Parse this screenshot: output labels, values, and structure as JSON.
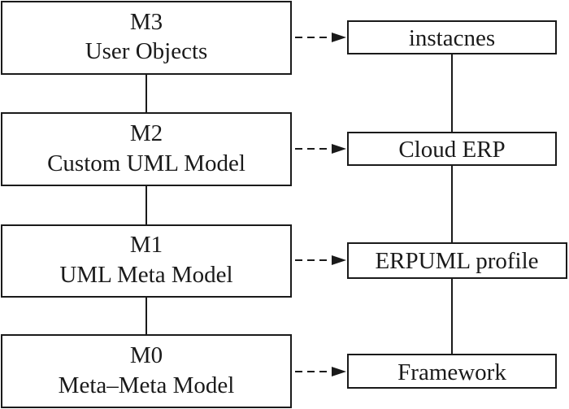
{
  "levels": [
    {
      "code": "M3",
      "name": "User Objects"
    },
    {
      "code": "M2",
      "name": "Custom UML Model"
    },
    {
      "code": "M1",
      "name": "UML Meta Model"
    },
    {
      "code": "M0",
      "name": "Meta–Meta Model"
    }
  ],
  "implementations": [
    {
      "label": "instacnes"
    },
    {
      "label": "Cloud ERP"
    },
    {
      "label": "ERPUML profile"
    },
    {
      "label": "Framework"
    }
  ],
  "colors": {
    "stroke": "#1a1a1a",
    "fill": "#ffffff"
  }
}
